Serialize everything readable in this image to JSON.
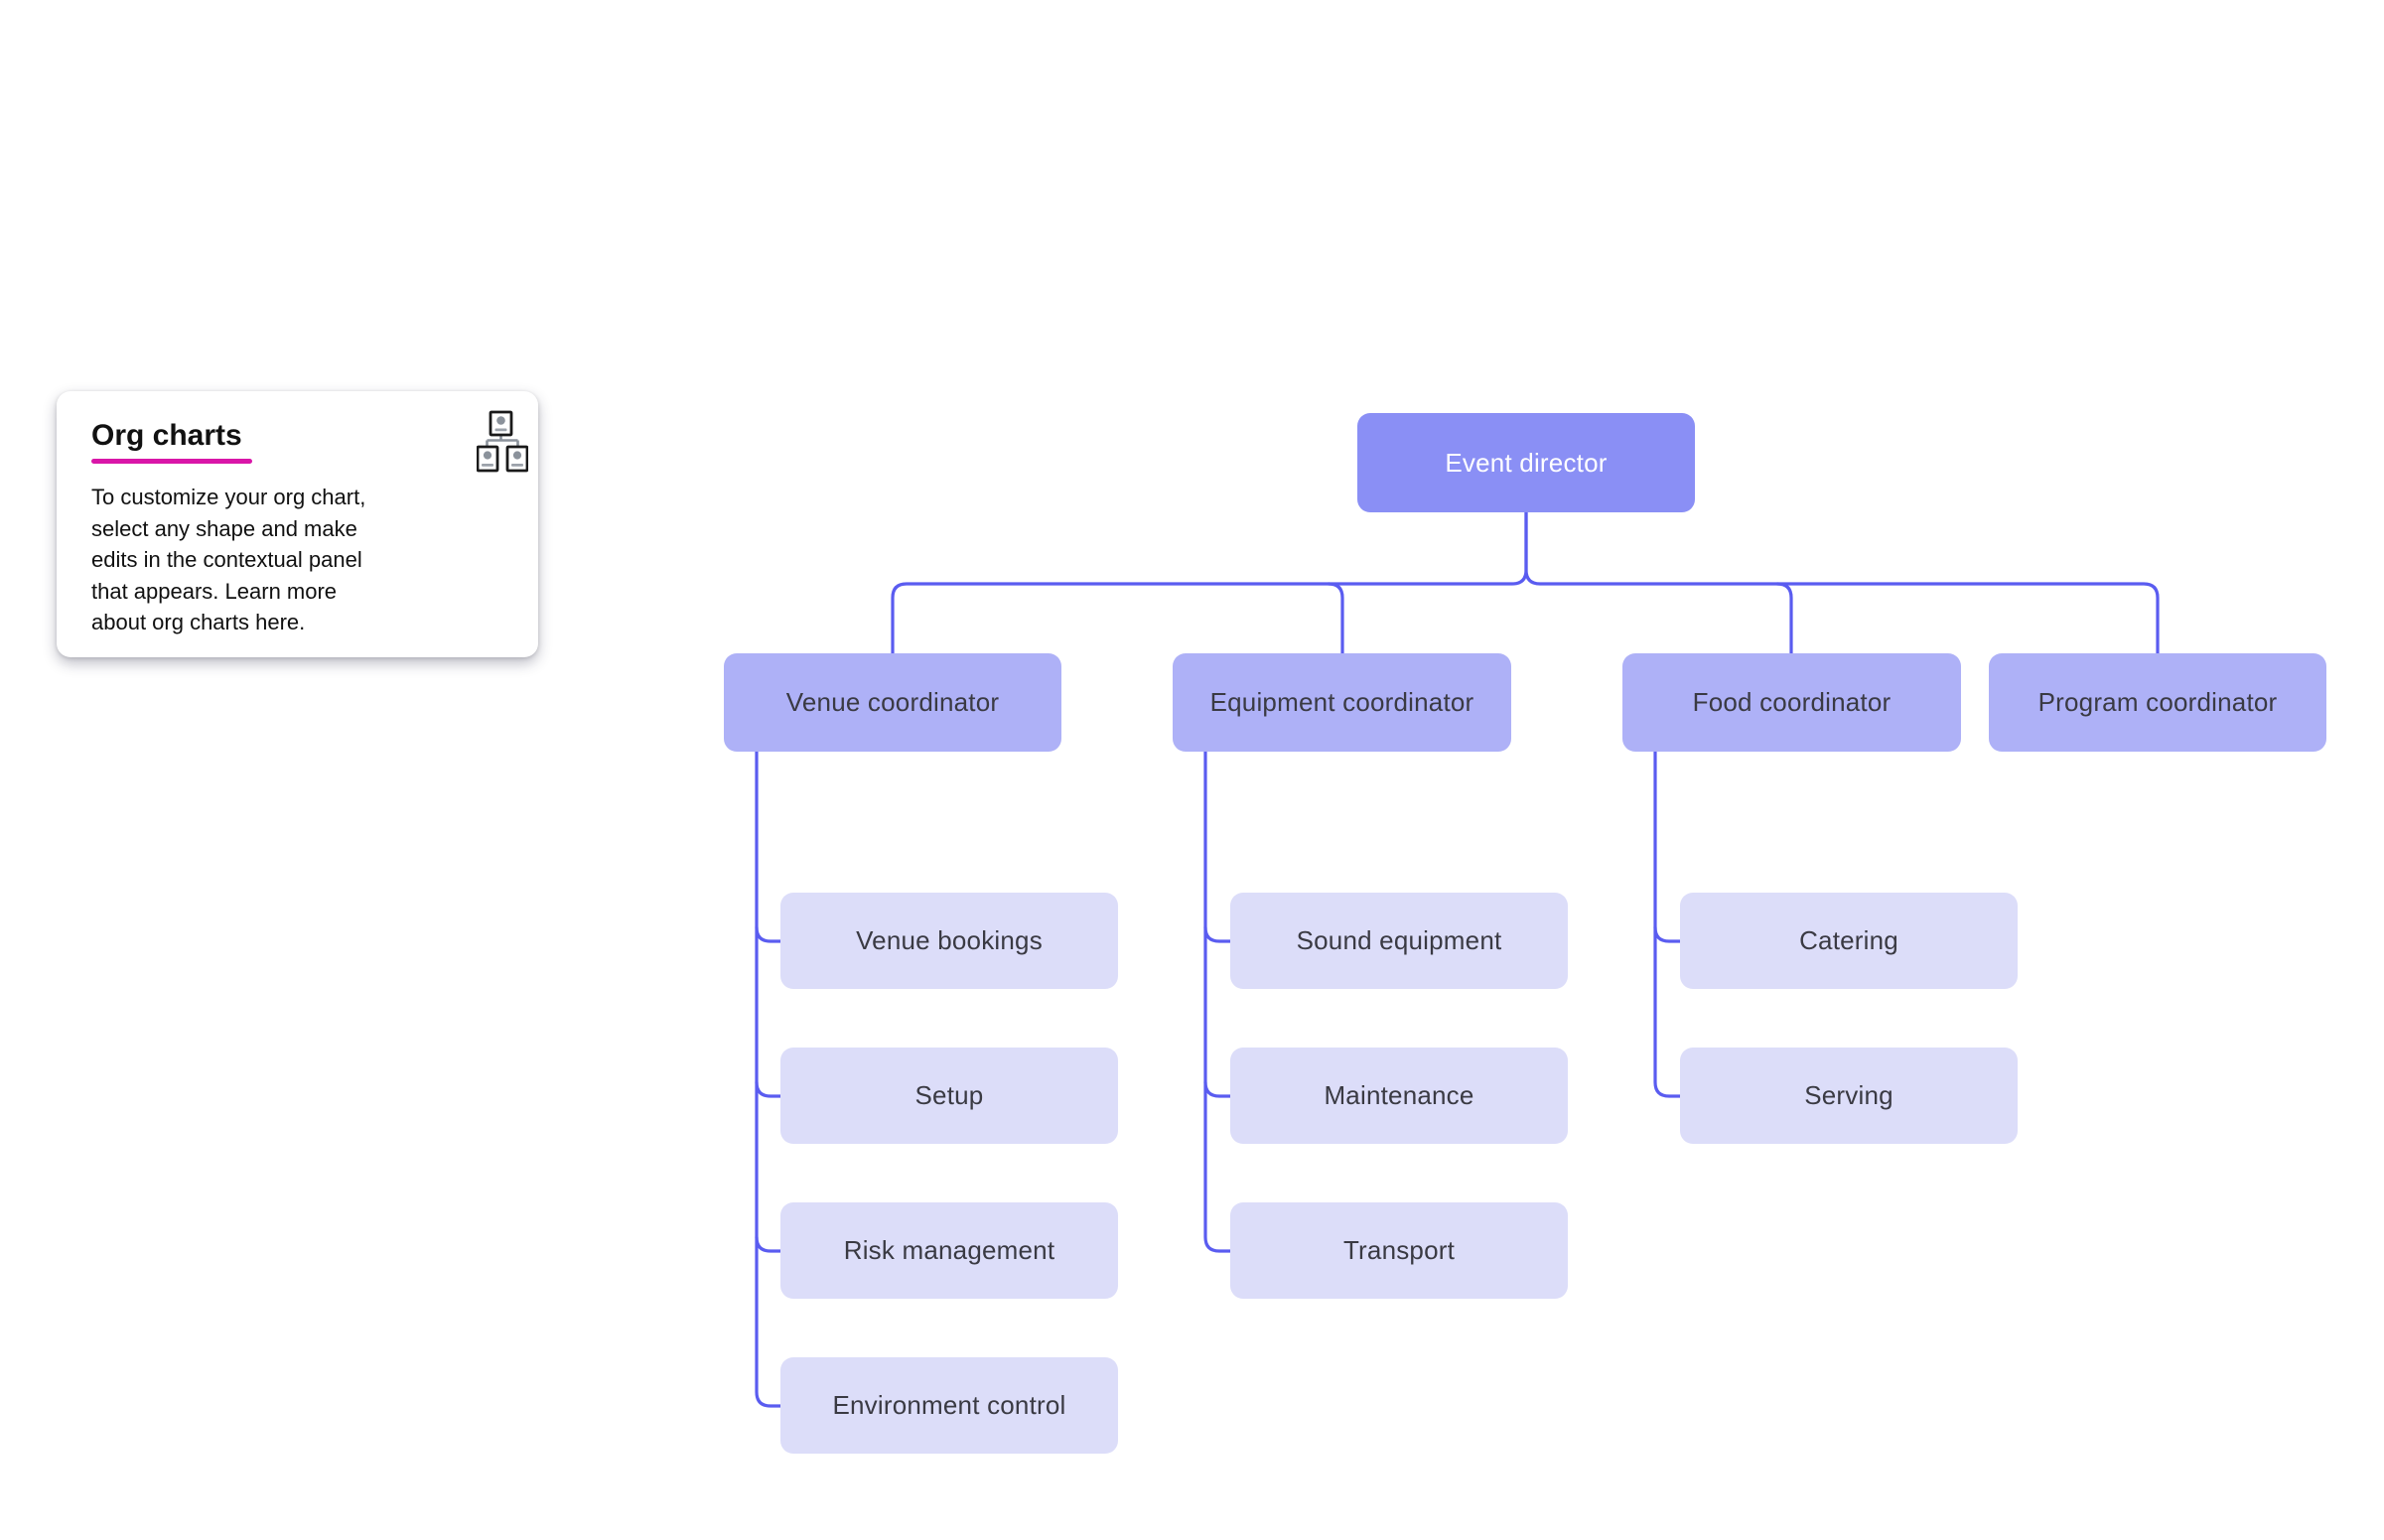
{
  "theme": {
    "canvas_bg": "#ffffff",
    "connector_color": "#5a5cf0",
    "level1_fill": "#8a8ff5",
    "level1_text": "#ffffff",
    "level2_fill": "#aeb1f7",
    "level3_fill": "#dcddf9",
    "node_text": "#3a3a43",
    "card_bg": "#ffffff",
    "card_title_color": "#111111",
    "card_underline_color": "#d916a8",
    "card_body_color": "#111111",
    "icon_stroke": "#1a1a1a",
    "icon_person": "#8b929b",
    "icon_line": "#8b929b"
  },
  "card": {
    "title": "Org charts",
    "icon": "org-chart-icon",
    "body": "To customize your org chart, select any shape and make edits in the contextual panel that appears. Learn more about org charts here.",
    "body_lines": [
      "To customize your org chart,",
      "select any shape and make",
      "edits in the contextual panel",
      "that appears. Learn more",
      "about org charts here."
    ]
  },
  "org_chart": {
    "nodes": [
      {
        "id": "event-director",
        "label": "Event director",
        "level": 1,
        "parent": null
      },
      {
        "id": "venue-coordinator",
        "label": "Venue coordinator",
        "level": 2,
        "parent": "event-director"
      },
      {
        "id": "equipment-coordinator",
        "label": "Equipment coordinator",
        "level": 2,
        "parent": "event-director"
      },
      {
        "id": "food-coordinator",
        "label": "Food coordinator",
        "level": 2,
        "parent": "event-director"
      },
      {
        "id": "program-coordinator",
        "label": "Program coordinator",
        "level": 2,
        "parent": "event-director"
      },
      {
        "id": "venue-bookings",
        "label": "Venue bookings",
        "level": 3,
        "parent": "venue-coordinator"
      },
      {
        "id": "setup",
        "label": "Setup",
        "level": 3,
        "parent": "venue-coordinator"
      },
      {
        "id": "risk-management",
        "label": "Risk management",
        "level": 3,
        "parent": "venue-coordinator"
      },
      {
        "id": "environment-control",
        "label": "Environment control",
        "level": 3,
        "parent": "venue-coordinator"
      },
      {
        "id": "sound-equipment",
        "label": "Sound equipment",
        "level": 3,
        "parent": "equipment-coordinator"
      },
      {
        "id": "maintenance",
        "label": "Maintenance",
        "level": 3,
        "parent": "equipment-coordinator"
      },
      {
        "id": "transport",
        "label": "Transport",
        "level": 3,
        "parent": "equipment-coordinator"
      },
      {
        "id": "catering",
        "label": "Catering",
        "level": 3,
        "parent": "food-coordinator"
      },
      {
        "id": "serving",
        "label": "Serving",
        "level": 3,
        "parent": "food-coordinator"
      }
    ]
  }
}
